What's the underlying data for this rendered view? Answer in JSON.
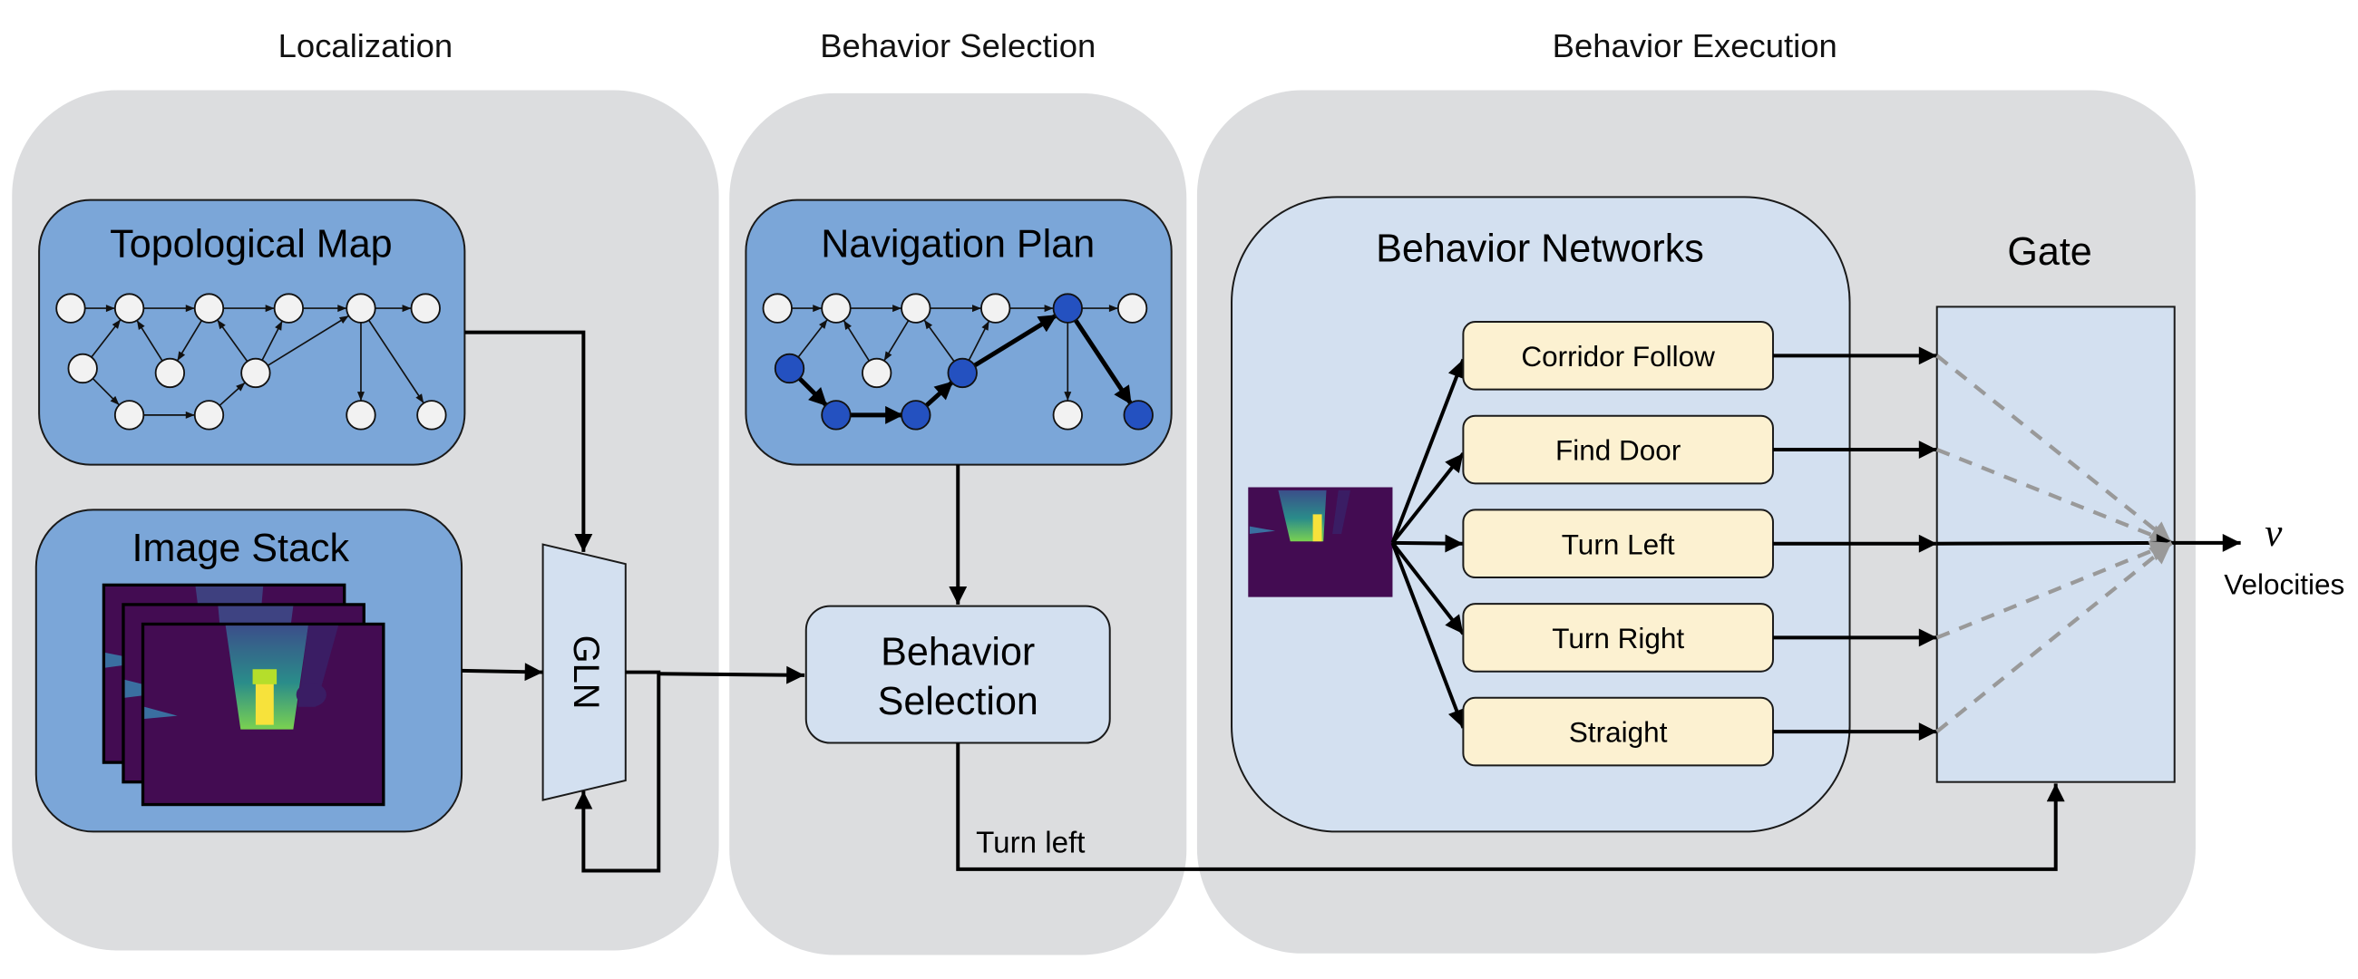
{
  "sections": [
    {
      "id": "localization",
      "title": "Localization"
    },
    {
      "id": "behavior-selection",
      "title": "Behavior Selection"
    },
    {
      "id": "behavior-execution",
      "title": "Behavior Execution"
    }
  ],
  "localization": {
    "topological_map": {
      "title": "Topological Map",
      "nodes": [
        {
          "id": "A"
        },
        {
          "id": "B"
        },
        {
          "id": "C"
        },
        {
          "id": "D"
        },
        {
          "id": "E"
        },
        {
          "id": "F"
        },
        {
          "id": "G"
        },
        {
          "id": "H"
        },
        {
          "id": "I"
        },
        {
          "id": "J"
        },
        {
          "id": "K"
        },
        {
          "id": "L"
        },
        {
          "id": "M"
        }
      ],
      "edges": [
        [
          "A",
          "B"
        ],
        [
          "B",
          "C"
        ],
        [
          "C",
          "D"
        ],
        [
          "D",
          "E"
        ],
        [
          "E",
          "F"
        ],
        [
          "G",
          "B"
        ],
        [
          "G",
          "J"
        ],
        [
          "H",
          "B"
        ],
        [
          "C",
          "H"
        ],
        [
          "J",
          "K"
        ],
        [
          "K",
          "I"
        ],
        [
          "I",
          "C"
        ],
        [
          "I",
          "D"
        ],
        [
          "I",
          "E"
        ],
        [
          "E",
          "L"
        ],
        [
          "E",
          "M"
        ]
      ]
    },
    "image_stack": {
      "title": "Image Stack",
      "frames": 3,
      "colormap": "viridis depth"
    },
    "gln": {
      "label": "GLN"
    }
  },
  "behavior_selection": {
    "navigation_plan": {
      "title": "Navigation Plan",
      "path_nodes": [
        "G",
        "J",
        "K",
        "I",
        "E",
        "M"
      ],
      "path_edges": [
        [
          "G",
          "J"
        ],
        [
          "J",
          "K"
        ],
        [
          "K",
          "I"
        ],
        [
          "I",
          "E"
        ],
        [
          "E",
          "M"
        ]
      ]
    },
    "selector": {
      "line1": "Behavior",
      "line2": "Selection"
    },
    "output_label": "Turn left"
  },
  "behavior_execution": {
    "networks_title": "Behavior Networks",
    "behaviors": [
      {
        "label": "Corridor Follow",
        "active": false
      },
      {
        "label": "Find Door",
        "active": false
      },
      {
        "label": "Turn Left",
        "active": true
      },
      {
        "label": "Turn Right",
        "active": false
      },
      {
        "label": "Straight",
        "active": false
      }
    ],
    "gate_title": "Gate",
    "output_symbol": "v",
    "output_label": "Velocities"
  },
  "colors": {
    "panel": "#dcdddf",
    "map_box": "#7ba6d8",
    "light_box": "#d3e0f0",
    "behavior_box": "#fcf1d1",
    "node_default": "#f2f2f2",
    "node_path": "#2451c0",
    "dashed": "#999999"
  }
}
